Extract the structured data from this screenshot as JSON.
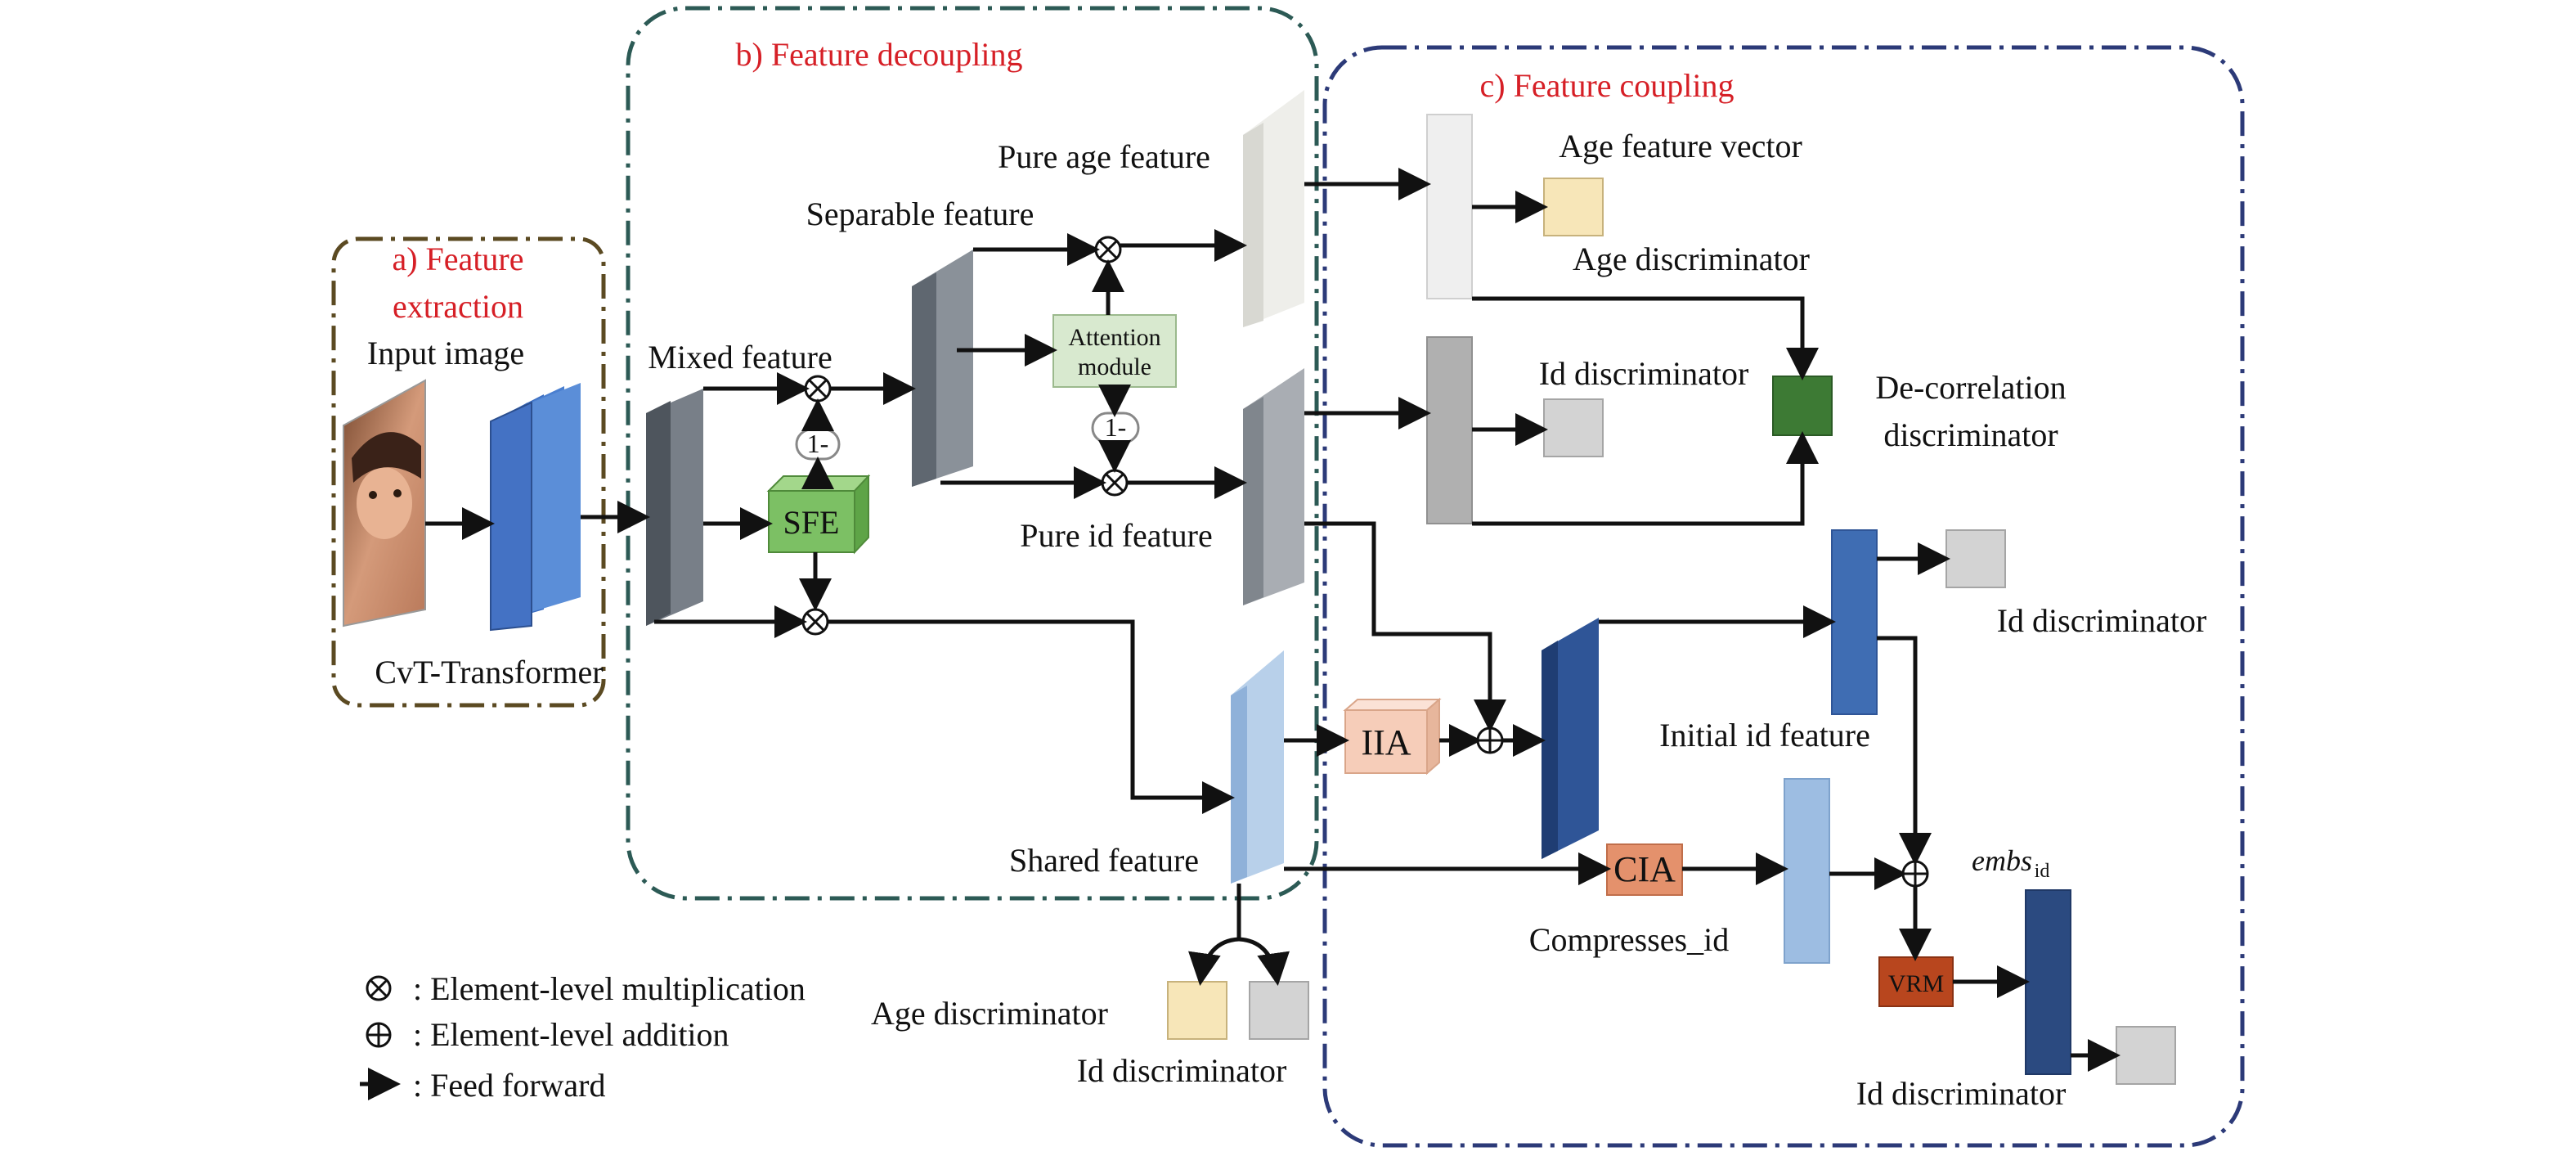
{
  "sections": {
    "extraction": [
      "a) Feature",
      "extraction"
    ],
    "decoupling": "b) Feature decoupling",
    "coupling": "c) Feature coupling"
  },
  "labels": {
    "input_image": "Input image",
    "cvt": "CvT-Transformer",
    "mixed_feature": "Mixed feature",
    "separable_feature": "Separable feature",
    "pure_age_feature": "Pure age feature",
    "pure_id_feature": "Pure id feature",
    "shared_feature": "Shared feature",
    "attention_module": [
      "Attention",
      "module"
    ],
    "sfe": "SFE",
    "one_minus_1": "1-",
    "one_minus_2": "1-",
    "age_feature_vector": "Age feature vector",
    "age_discriminator_top": "Age discriminator",
    "id_discriminator_mid": "Id discriminator",
    "decorrelation": [
      "De-correlation",
      "discriminator"
    ],
    "id_discriminator_right": "Id discriminator",
    "initial_id_feature": "Initial id feature",
    "iia": "IIA",
    "cia": "CIA",
    "vrm": "VRM",
    "compresses_id": "Compresses_id",
    "embs": "embs",
    "embs_sub": "id",
    "id_discriminator_bottom": "Id discriminator",
    "age_discriminator_bottom": "Age discriminator",
    "id_discriminator_shared": "Id discriminator"
  },
  "legend": {
    "multiply": ": Element-level multiplication",
    "add": ": Element-level addition",
    "forward": ": Feed forward"
  },
  "colors": {
    "section_title": "#d61f26",
    "extraction_border": "#5b4a22",
    "decoupling_border": "#2c5a55",
    "coupling_border": "#2c3a78",
    "cvt_blue": "#4472c4",
    "mixed_gray": "#5f6770",
    "sfe_green": "#7cc064",
    "attention_green": "#d8e9cf",
    "decorrelation_green": "#3d7a34",
    "age_disc": "#f7e6b8",
    "id_disc": "#d3d3d3",
    "iia": "#f6cdb9",
    "cia": "#e4916c",
    "vrm": "#b8461e",
    "dark_blue": "#2f5597"
  }
}
